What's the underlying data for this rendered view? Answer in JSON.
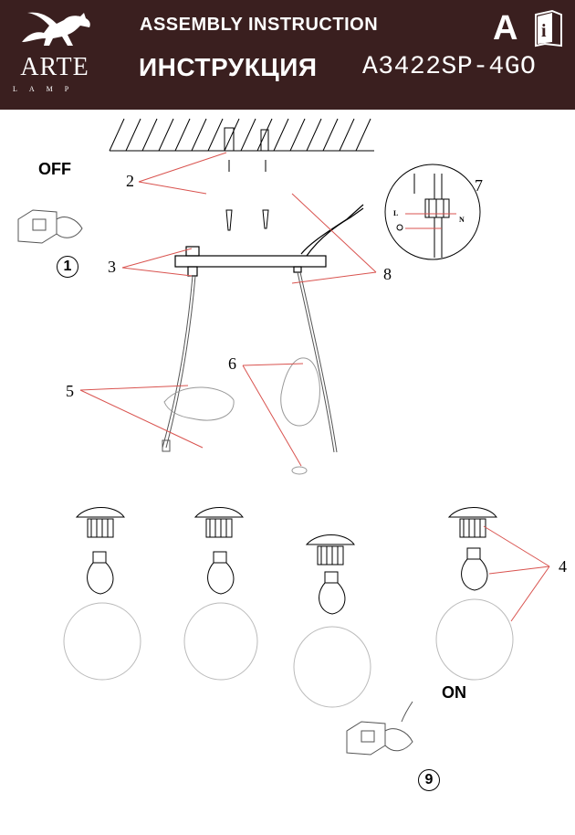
{
  "header": {
    "brand": "ARTE",
    "brand_sub": "LAMP",
    "title_en": "ASSEMBLY INSTRUCTION",
    "title_ru": "ИНСТРУКЦИЯ",
    "model": "A3422SP-4GO",
    "lang_letter": "A",
    "colors": {
      "background": "#3a1f1f",
      "text": "#ffffff",
      "leader_lines": "#d9534f"
    }
  },
  "diagram": {
    "switch_off_label": "OFF",
    "switch_on_label": "ON",
    "step_1": "1",
    "step_9": "9",
    "callouts": [
      "2",
      "3",
      "4",
      "5",
      "6",
      "7",
      "8"
    ],
    "wire_labels": {
      "live": "L",
      "neutral": "N"
    }
  }
}
